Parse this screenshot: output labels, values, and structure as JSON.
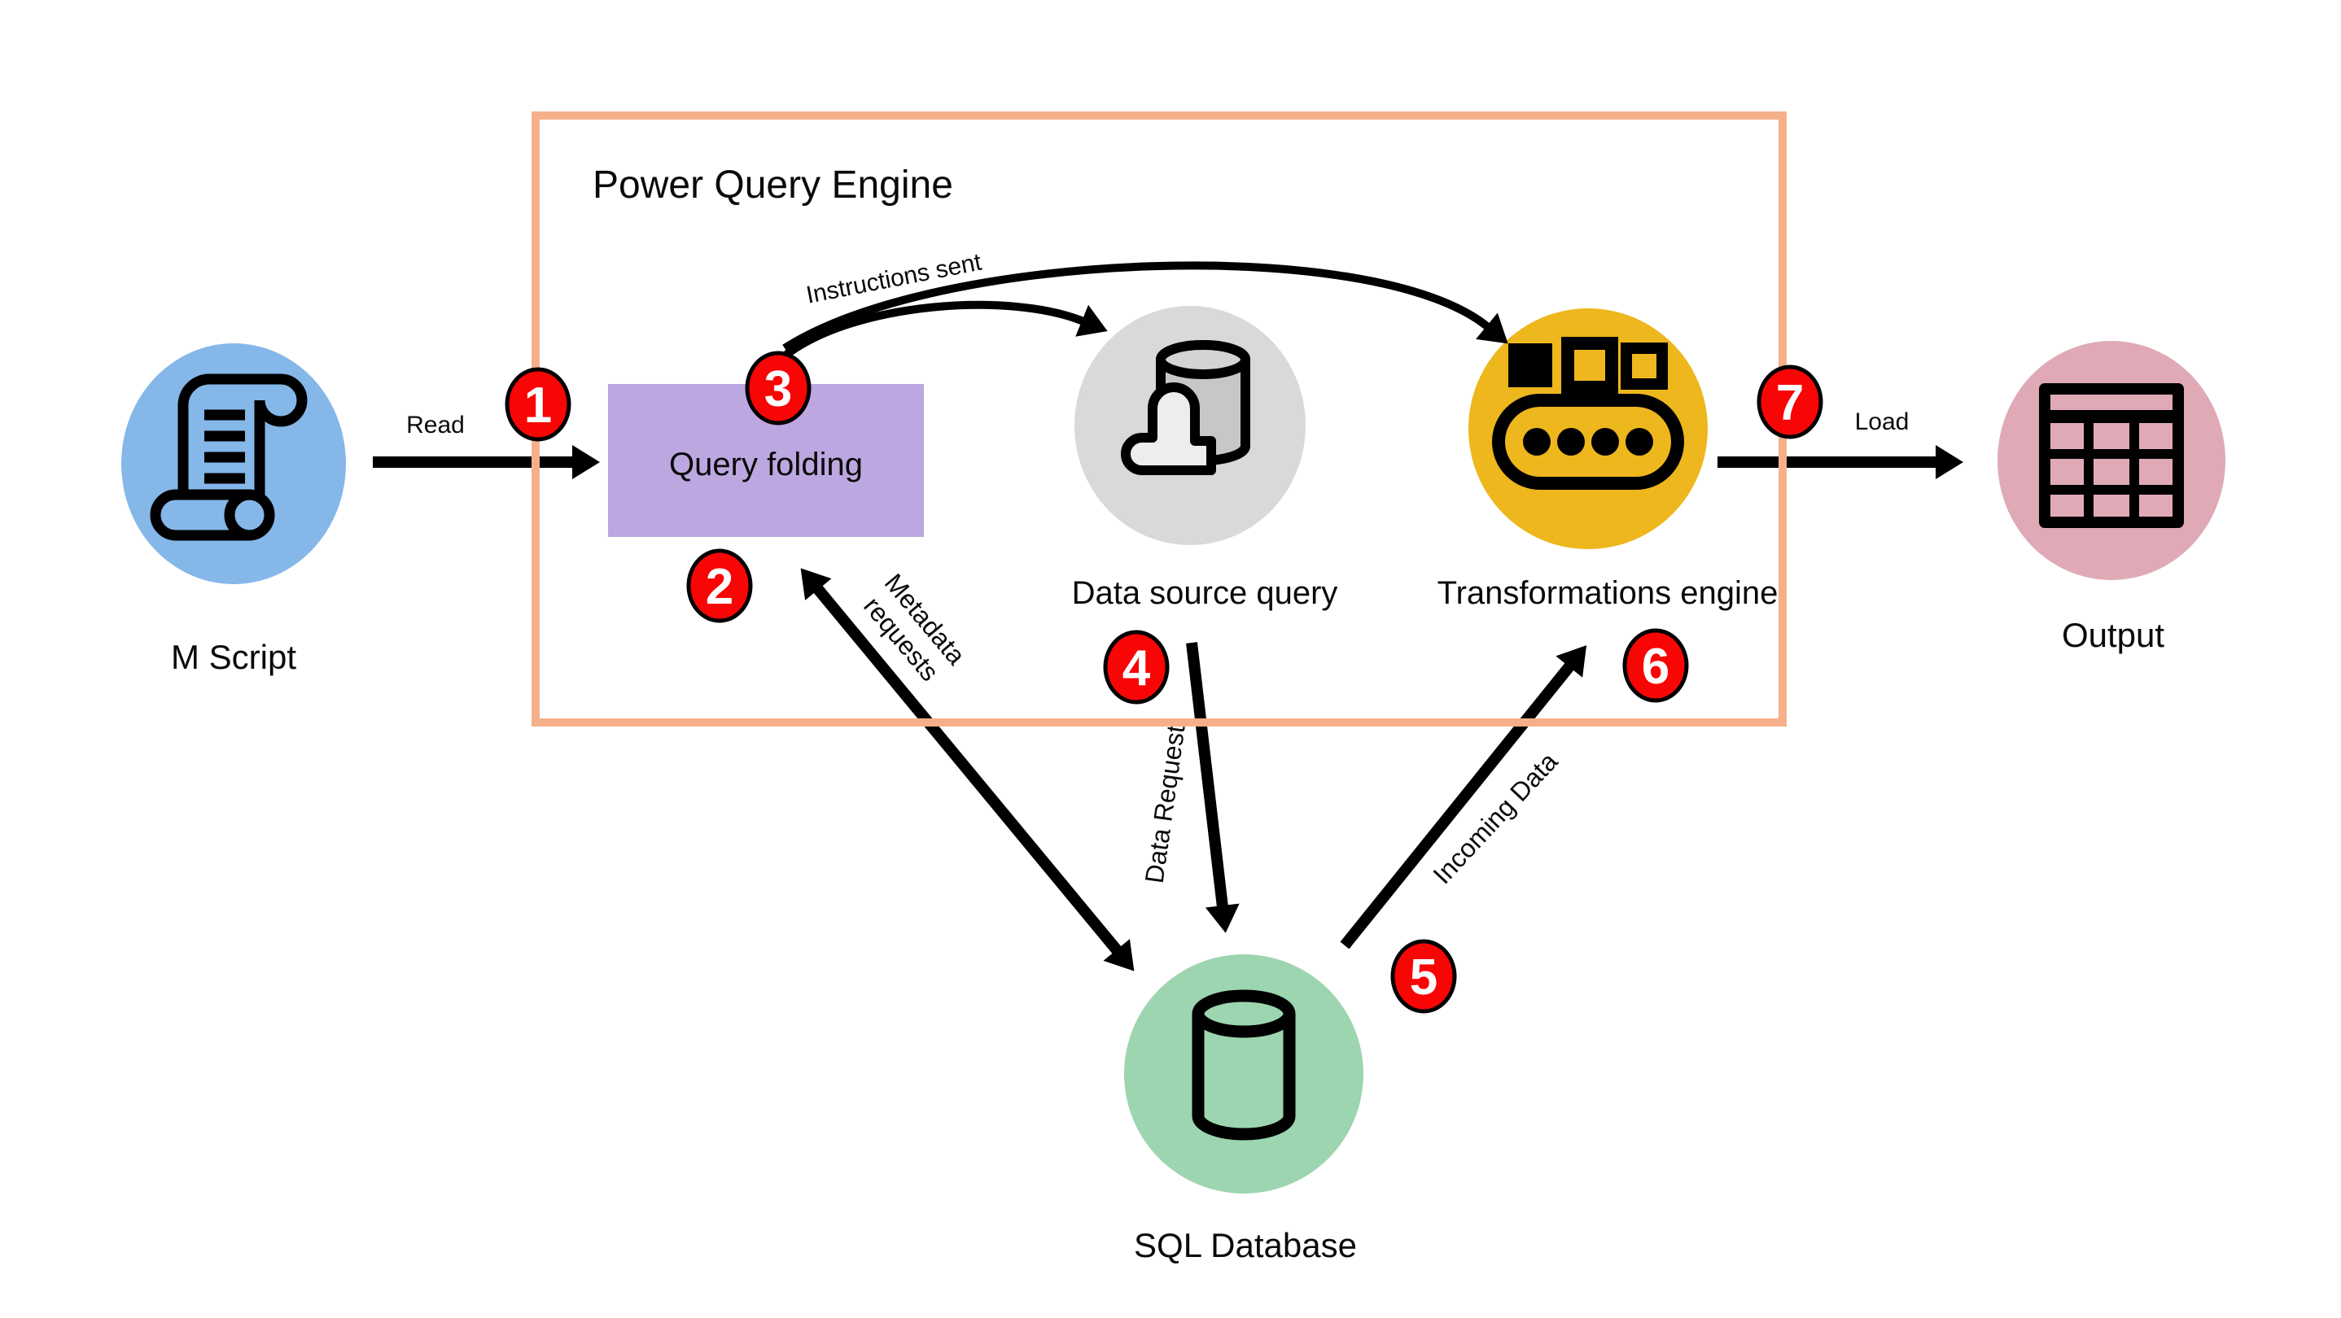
{
  "diagram": {
    "title": "Power Query Engine",
    "nodes": {
      "m_script": "M Script",
      "query_folding": "Query folding",
      "data_source_query": "Data source query",
      "transformations_engine": "Transformations engine",
      "output": "Output",
      "sql_database": "SQL Database"
    },
    "edge_labels": {
      "read": "Read",
      "instructions_sent": "Instructions sent",
      "metadata_line1": "Metadata",
      "metadata_line2": "requests",
      "data_request": "Data Request",
      "incoming_data": "Incoming Data",
      "load": "Load"
    },
    "badges": [
      "1",
      "2",
      "3",
      "4",
      "5",
      "6",
      "7"
    ],
    "colors": {
      "m_script_blue": "#85B7E9",
      "query_folding_purple": "#BDA7E0",
      "data_source_gray": "#D9D9D9",
      "transformations_yellow": "#EDB71D",
      "output_pink": "#DFAAB6",
      "sql_green": "#9CD5AF",
      "engine_border_orange": "#F5B08A",
      "badge_red": "#F80505"
    }
  }
}
